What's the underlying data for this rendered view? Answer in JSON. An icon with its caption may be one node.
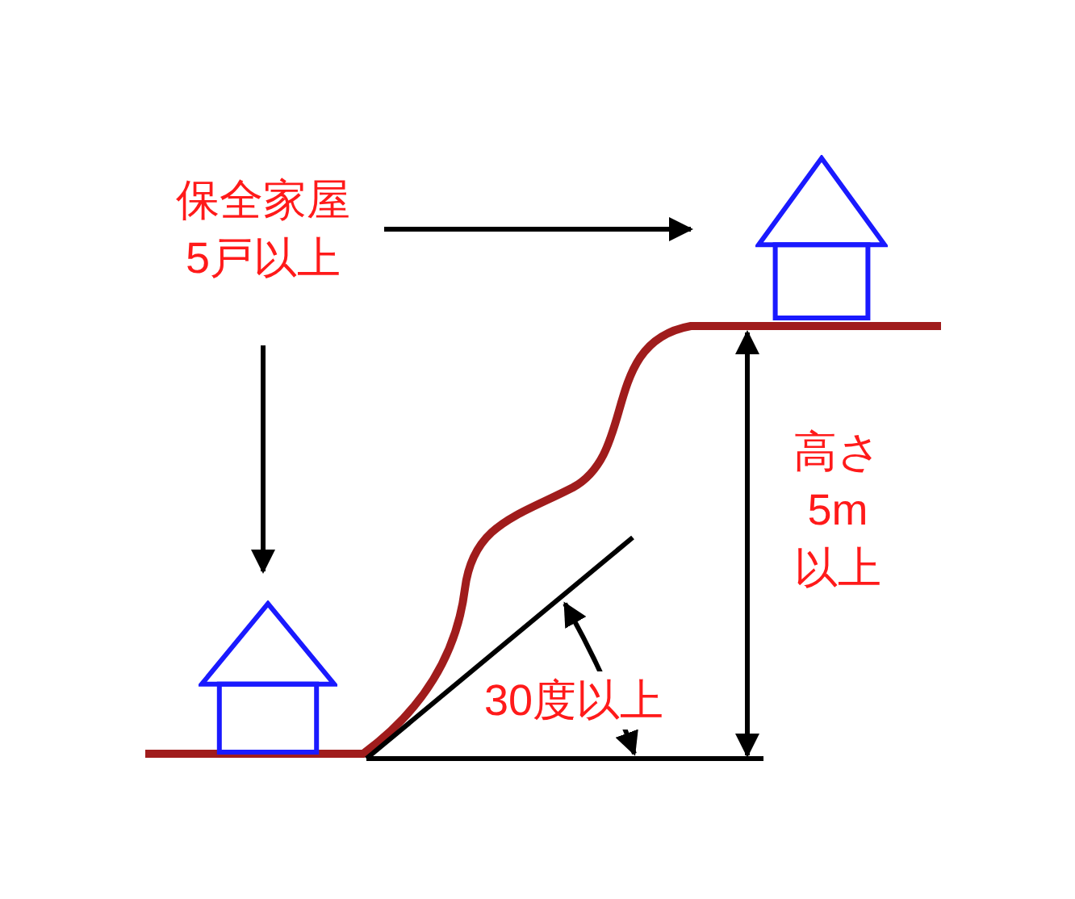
{
  "diagram": {
    "nodes": [
      {
        "text": [
          "保全家屋5戸以上"
        ]
      },
      {
        "text": [],
        "shape": "house"
      },
      {
        "text": [],
        "shape": "house"
      }
    ],
    "edges": [
      {
        "from": 0,
        "to": 1,
        "arrow": "to"
      },
      {
        "from": 0,
        "to": 2,
        "arrow": "to"
      }
    ],
    "labels": [
      "高さ5m以上",
      "30度以上"
    ]
  }
}
